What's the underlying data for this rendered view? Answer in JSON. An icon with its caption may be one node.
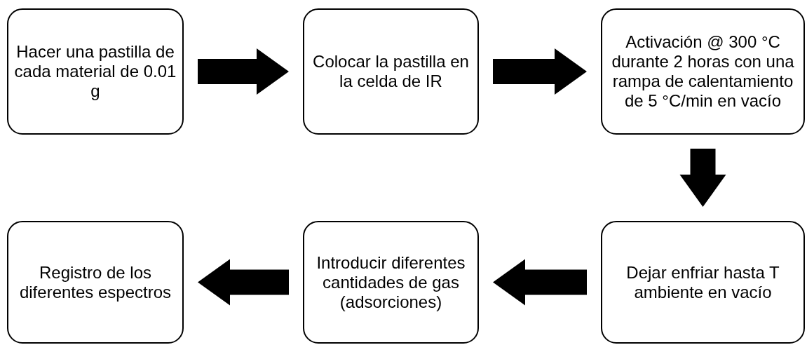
{
  "diagram": {
    "nodes": [
      {
        "text": [
          "Hacer una pastilla de cada material de 0.01 g"
        ]
      },
      {
        "text": [
          "Colocar la pastilla en la celda de IR"
        ]
      },
      {
        "text": [
          "Activación @ 300 °C durante 2 horas con una rampa de calentamiento de 5 °C/min en vacío"
        ]
      },
      {
        "text": [
          "Dejar enfriar hasta T ambiente en vacío"
        ]
      },
      {
        "text": [
          "Introducir diferentes cantidades de gas (adsorciones)"
        ]
      },
      {
        "text": [
          "Registro de los diferentes espectros"
        ]
      }
    ],
    "edges": [
      {
        "from": 0,
        "to": 1,
        "arrow": "to"
      },
      {
        "from": 1,
        "to": 2,
        "arrow": "to"
      },
      {
        "from": 2,
        "to": 3,
        "arrow": "to"
      },
      {
        "from": 3,
        "to": 4,
        "arrow": "to"
      },
      {
        "from": 4,
        "to": 5,
        "arrow": "to"
      }
    ]
  }
}
